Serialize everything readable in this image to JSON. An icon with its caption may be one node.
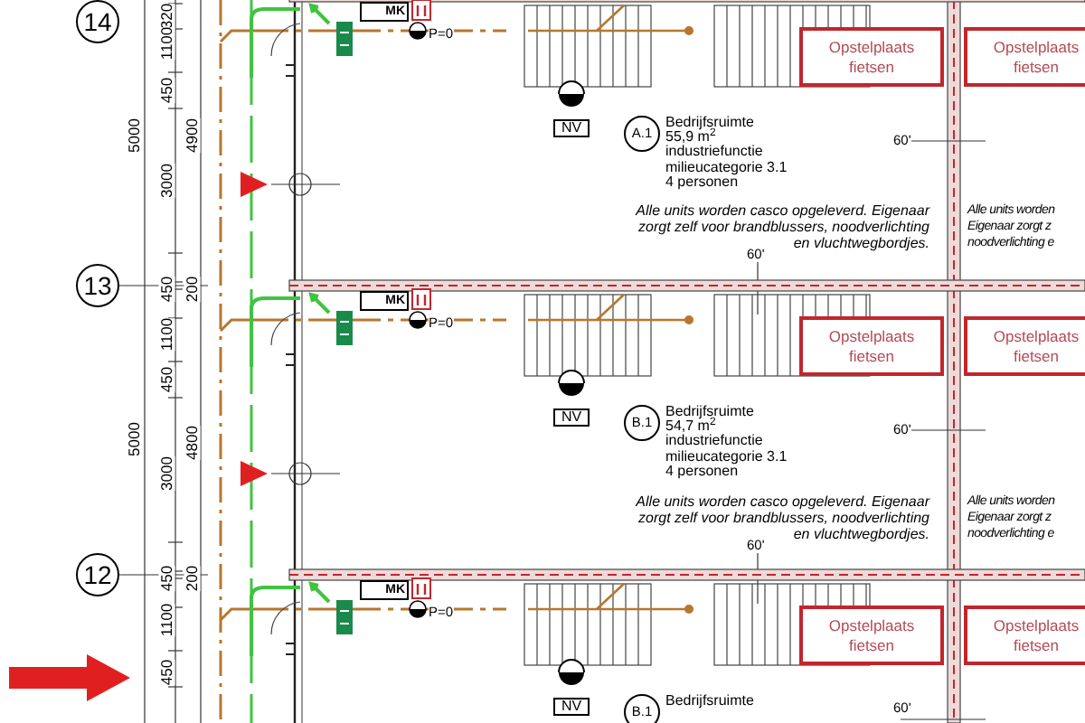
{
  "diagram": {
    "nodes": [
      {
        "text": [
          "14"
        ]
      },
      {
        "text": [
          "MK"
        ]
      },
      {
        "text": [
          "Opstelplaats fietsen"
        ]
      },
      {
        "text": [
          "Opstelplaats fietsen"
        ]
      },
      {
        "text": [
          "NV"
        ]
      },
      {
        "text": [
          "A.1"
        ],
        "beside": [
          "Bedrijfsruimte",
          "55,9 m$^{2}$",
          "industriefunctie",
          "milieucategorie 3.1",
          "4 personen"
        ]
      },
      {
        "text": [
          "13"
        ]
      },
      {
        "text": [
          "MK"
        ]
      },
      {
        "text": [
          "Opstelplaats fietsen"
        ]
      },
      {
        "text": [
          "Opstelplaats fietsen"
        ]
      },
      {
        "text": [
          "NV"
        ]
      },
      {
        "text": [
          "B.1"
        ],
        "beside": [
          "Bedrijfsruimte",
          "54,7 m$^{2}$",
          "industriefunctie",
          "milieucategorie 3.1",
          "4 personen"
        ]
      },
      {
        "text": [
          "12"
        ]
      },
      {
        "text": [
          "MK"
        ]
      },
      {
        "text": [
          "Opstelplaats fietsen"
        ]
      },
      {
        "text": [
          "Opstelplaats fietsen"
        ]
      },
      {
        "text": [
          "NV"
        ]
      },
      {
        "text": [
          "B.1"
        ],
        "beside": [
          "Bedrijfsruimte"
        ]
      }
    ],
    "labels": [
      "5000",
      "5000",
      "320",
      "1100",
      "450",
      "3000",
      "450",
      "1100",
      "450",
      "3000",
      "450",
      "1100",
      "450",
      "4900",
      "200",
      "4800",
      "200",
      "P=0",
      "60'",
      "Alle units worden casco opgeleverd. Eigenaar zorgt zelf voor brandblussers, noodverlichting en vluchtwegbordjes.",
      "Alle units worden",
      "Eigenaar zorgt z",
      "noodverlichting e",
      "60'",
      "P=0",
      "60'",
      "Alle units worden casco opgeleverd. Eigenaar zorgt zelf voor brandblussers, noodverlichting en vluchtwegbordjes.",
      "Alle units worden",
      "Eigenaar zorgt z",
      "noodverlichting e",
      "60'",
      "P=0",
      "60'"
    ]
  }
}
